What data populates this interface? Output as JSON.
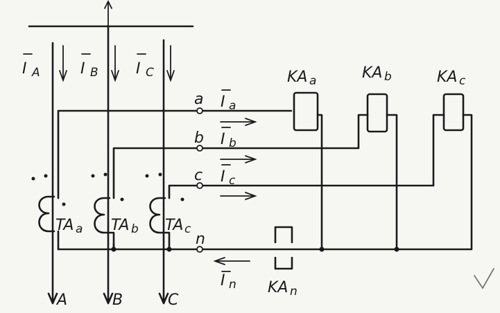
{
  "diagram": {
    "phase_currents": [
      {
        "label": "I",
        "sub": "A"
      },
      {
        "label": "I",
        "sub": "B"
      },
      {
        "label": "I",
        "sub": "C"
      }
    ],
    "secondary_currents": [
      {
        "node": "a",
        "label": "I",
        "sub": "a"
      },
      {
        "node": "b",
        "label": "I",
        "sub": "b"
      },
      {
        "node": "c",
        "label": "I",
        "sub": "c"
      }
    ],
    "neutral": {
      "node": "n",
      "label": "I",
      "sub": "n"
    },
    "relays": [
      {
        "name": "KA",
        "sub": "a"
      },
      {
        "name": "KA",
        "sub": "b"
      },
      {
        "name": "KA",
        "sub": "c"
      },
      {
        "name": "KA",
        "sub": "n"
      }
    ],
    "transformers": [
      {
        "name": "TA",
        "sub": "a"
      },
      {
        "name": "TA",
        "sub": "b"
      },
      {
        "name": "TA",
        "sub": "c"
      }
    ],
    "phase_outputs": [
      "A",
      "B",
      "C"
    ]
  }
}
